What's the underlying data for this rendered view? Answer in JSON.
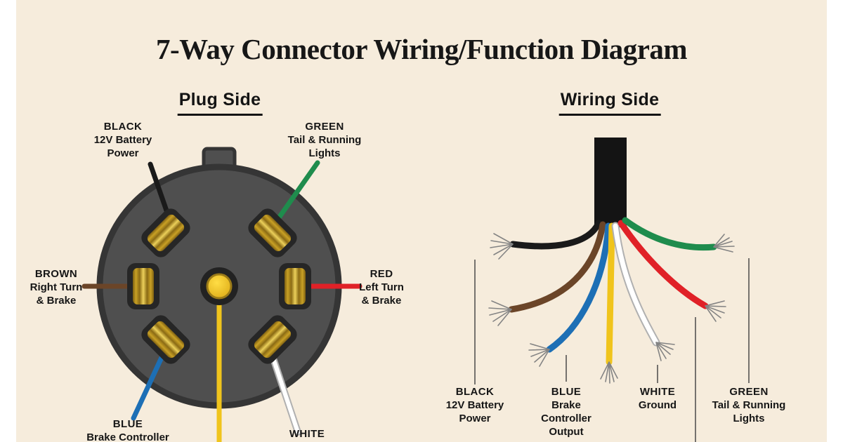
{
  "title": "7-Way Connector Wiring/Function Diagram",
  "plug_side": {
    "heading": "Plug Side",
    "labels": {
      "black": {
        "name": "BLACK",
        "desc": "12V Battery\nPower"
      },
      "green": {
        "name": "GREEN",
        "desc": "Tail & Running\nLights"
      },
      "brown": {
        "name": "BROWN",
        "desc": "Right Turn\n& Brake"
      },
      "red": {
        "name": "RED",
        "desc": "Left Turn\n& Brake"
      },
      "blue": {
        "name": "BLUE",
        "desc": "Brake Controller"
      },
      "white": {
        "name": "WHITE",
        "desc": ""
      }
    }
  },
  "wiring_side": {
    "heading": "Wiring Side",
    "labels": [
      {
        "name": "BLACK",
        "desc": "12V Battery\nPower"
      },
      {
        "name": "BLUE",
        "desc": "Brake\nController\nOutput"
      },
      {
        "name": "WHITE",
        "desc": "Ground"
      },
      {
        "name": "GREEN",
        "desc": "Tail & Running\nLights"
      }
    ]
  },
  "colors": {
    "background": "#f6ecdc",
    "side_bars": "#ffffff",
    "title_text": "#171717",
    "connector_body": "#4f4f4f",
    "connector_rim": "#353535",
    "pin_gold": "#c9a125",
    "pin_center_yellow": "#f0c419",
    "cable_black": "#141414",
    "wire_black": "#1a1a1a",
    "wire_green": "#1f8c4d",
    "wire_brown": "#6b4528",
    "wire_red": "#e02127",
    "wire_blue": "#1d6fb5",
    "wire_white": "#ffffff",
    "wire_white_outline": "#b0b0b0",
    "wire_yellow": "#f0c41c",
    "leader_line": "#4a4a4a",
    "strand": "#848484"
  }
}
